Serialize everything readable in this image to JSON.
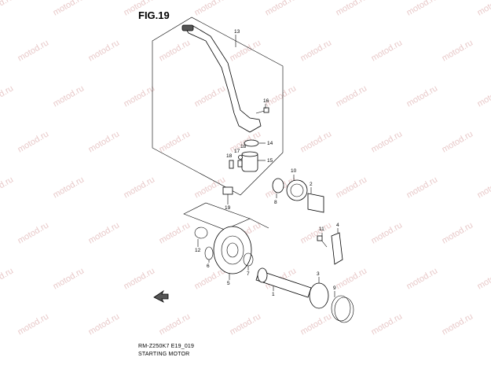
{
  "figure": {
    "title": "FIG.19",
    "model_code": "RM-Z250K7 E19_019",
    "caption": "STARTING MOTOR"
  },
  "watermark": "motod.ru",
  "callouts": [
    {
      "id": "c13",
      "label": "13"
    },
    {
      "id": "c16",
      "label": "16"
    },
    {
      "id": "c14",
      "label": "14"
    },
    {
      "id": "c17",
      "label": "17"
    },
    {
      "id": "c18a",
      "label": "18"
    },
    {
      "id": "c18b",
      "label": "18"
    },
    {
      "id": "c15",
      "label": "15"
    },
    {
      "id": "c10",
      "label": "10"
    },
    {
      "id": "c2",
      "label": "2"
    },
    {
      "id": "c8",
      "label": "8"
    },
    {
      "id": "c19",
      "label": "19"
    },
    {
      "id": "c11",
      "label": "11"
    },
    {
      "id": "c4",
      "label": "4"
    },
    {
      "id": "c12",
      "label": "12"
    },
    {
      "id": "c6",
      "label": "6"
    },
    {
      "id": "c7",
      "label": "7"
    },
    {
      "id": "c5",
      "label": "5"
    },
    {
      "id": "c3",
      "label": "3"
    },
    {
      "id": "c9",
      "label": "9"
    },
    {
      "id": "c1",
      "label": "1"
    }
  ],
  "colors": {
    "line": "#000000",
    "watermark": "#e8c9c9",
    "background": "#ffffff"
  }
}
